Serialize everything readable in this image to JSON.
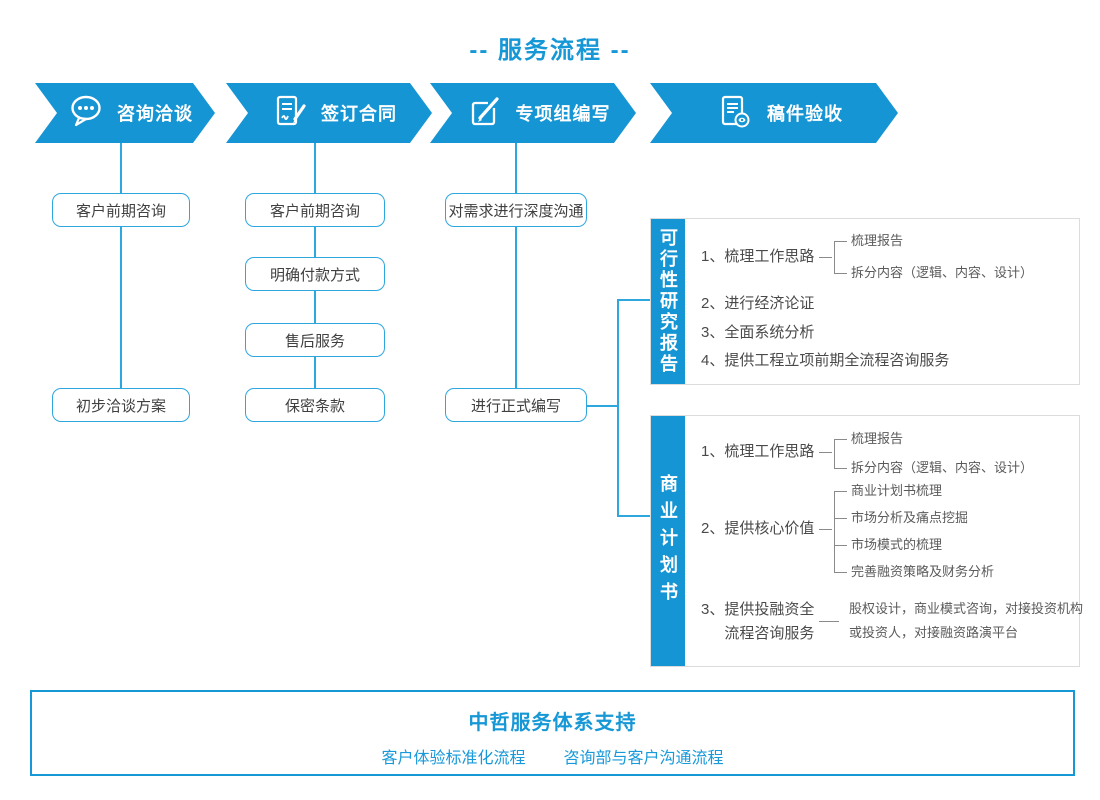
{
  "title": "-- 服务流程 --",
  "colors": {
    "primary": "#1695d4",
    "line_blue": "#2ea7de",
    "text_dark": "#4a4a4a",
    "gray_line": "#8a8a8a"
  },
  "steps": [
    {
      "label": "咨询洽谈",
      "icon": "chat-bubble-icon"
    },
    {
      "label": "签订合同",
      "icon": "contract-sign-icon"
    },
    {
      "label": "专项组编写",
      "icon": "edit-pencil-icon"
    },
    {
      "label": "稿件验收",
      "icon": "document-review-icon"
    }
  ],
  "columns": [
    {
      "boxes": [
        "客户前期咨询",
        "初步洽谈方案"
      ]
    },
    {
      "boxes": [
        "客户前期咨询",
        "明确付款方式",
        "售后服务",
        "保密条款"
      ]
    },
    {
      "boxes": [
        "对需求进行深度沟通",
        "进行正式编写"
      ]
    }
  ],
  "sections": [
    {
      "bar_label": "可行性研究报告",
      "items": [
        {
          "num": "1、",
          "label": "梳理工作思路",
          "subs": [
            "梳理报告",
            "拆分内容（逻辑、内容、设计）"
          ]
        },
        {
          "num": "2、",
          "label": "进行经济论证"
        },
        {
          "num": "3、",
          "label": "全面系统分析"
        },
        {
          "num": "4、",
          "label": "提供工程立项前期全流程咨询服务"
        }
      ]
    },
    {
      "bar_label": "商业计划书",
      "items": [
        {
          "num": "1、",
          "label": "梳理工作思路",
          "subs": [
            "梳理报告",
            "拆分内容（逻辑、内容、设计）"
          ]
        },
        {
          "num": "2、",
          "label": "提供核心价值",
          "subs": [
            "商业计划书梳理",
            "市场分析及痛点挖掘",
            "市场模式的梳理",
            "完善融资策略及财务分析"
          ]
        },
        {
          "num": "3、",
          "label": "提供投融资全流程咨询服务",
          "note": "股权设计，商业模式咨询，对接投资机构或投资人，对接融资路演平台"
        }
      ]
    }
  ],
  "footer": {
    "title": "中哲服务体系支持",
    "links": [
      "客户体验标准化流程",
      "咨询部与客户沟通流程"
    ]
  }
}
